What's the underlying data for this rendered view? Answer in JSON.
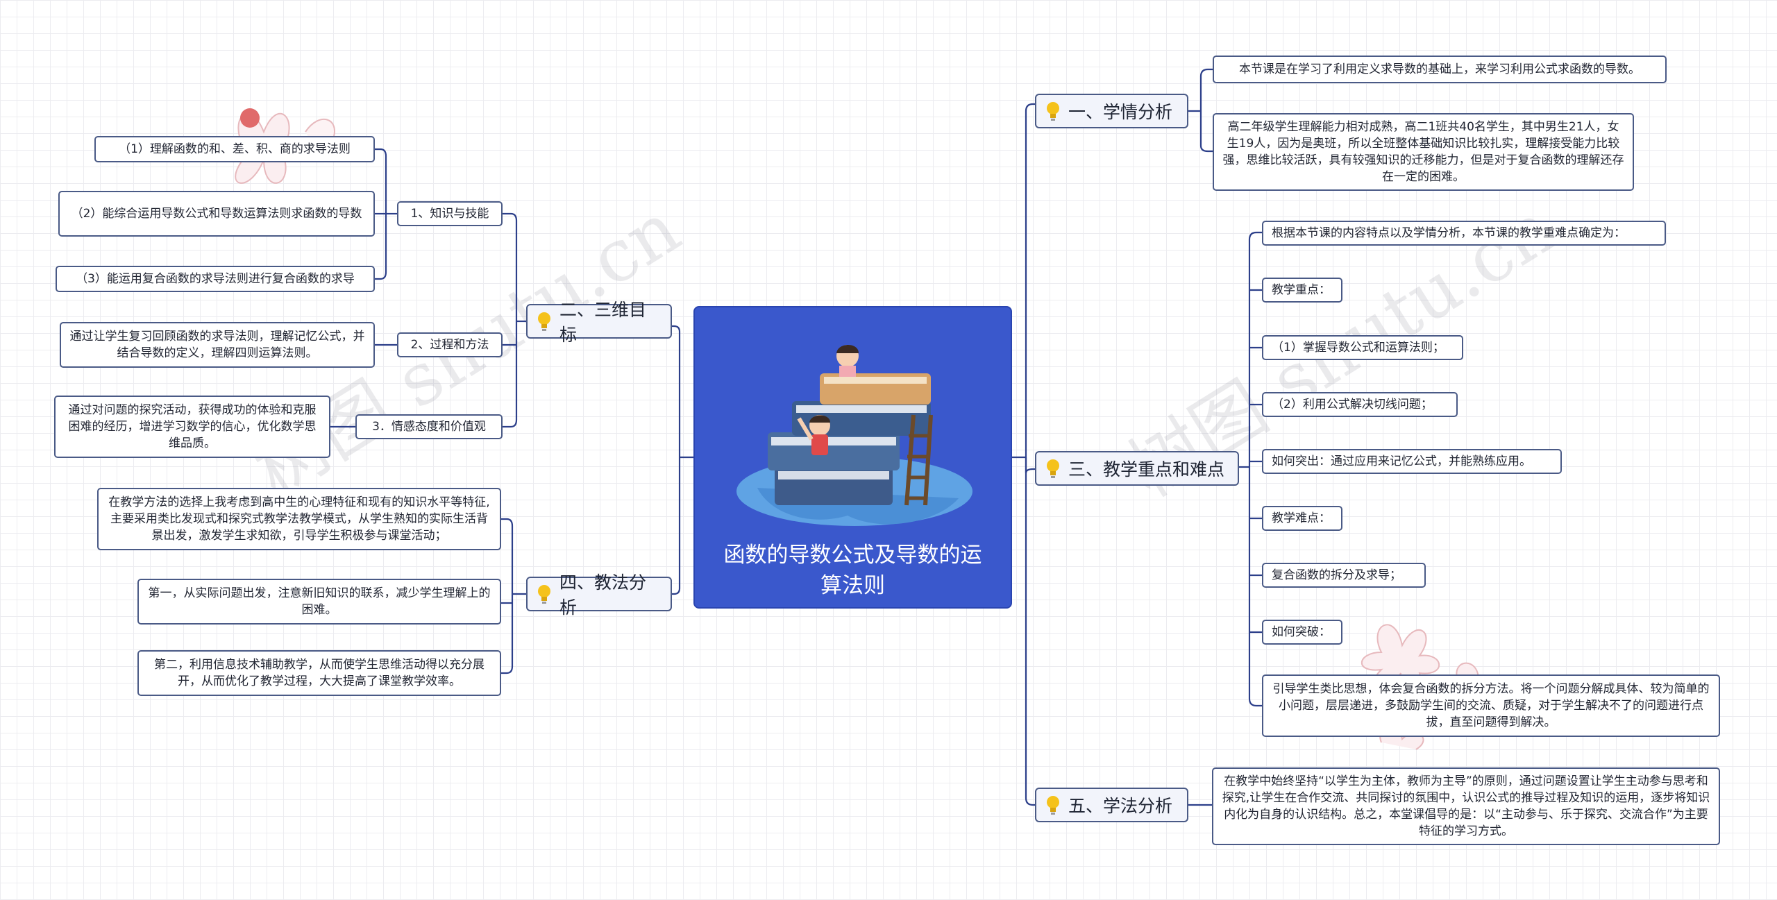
{
  "center": {
    "title": "函数的导数公式及导数的运算法则"
  },
  "watermark": {
    "text": "树图 shutu.cn"
  },
  "branches": {
    "b1": {
      "label": "一、学情分析"
    },
    "b2": {
      "label": "二、三维目标"
    },
    "b3": {
      "label": "三、教学重点和难点"
    },
    "b4": {
      "label": "四、教法分析"
    },
    "b5": {
      "label": "五、学法分析"
    }
  },
  "b1": {
    "items": [
      "本节课是在学习了利用定义求导数的基础上，来学习利用公式求函数的导数。",
      "高二年级学生理解能力相对成熟，高二1班共40名学生，其中男生21人，女生19人，因为是奥班，所以全班整体基础知识比较扎实，理解接受能力比较强，思维比较活跃，具有较强知识的迁移能力，但是对于复合函数的理解还存在一定的困难。"
    ]
  },
  "b2": {
    "subs": [
      "1、知识与技能",
      "2、过程和方法",
      "3．情感态度和价值观"
    ],
    "knowledge": [
      "（1）理解函数的和、差、积、商的求导法则",
      "（2）能综合运用导数公式和导数运算法则求函数的导数",
      "（3）能运用复合函数的求导法则进行复合函数的求导"
    ],
    "process": "通过让学生复习回顾函数的求导法则，理解记忆公式，并结合导数的定义，理解四则运算法则。",
    "attitude": "通过对问题的探究活动，获得成功的体验和克服困难的经历，增进学习数学的信心，优化数学思维品质。"
  },
  "b3": {
    "items": [
      "根据本节课的内容特点以及学情分析，本节课的教学重难点确定为：",
      "教学重点：",
      "（1）掌握导数公式和运算法则；",
      "（2）利用公式解决切线问题；",
      "如何突出：通过应用来记忆公式，并能熟练应用。",
      "教学难点：",
      "复合函数的拆分及求导；",
      "如何突破：",
      "引导学生类比思想，体会复合函数的拆分方法。将一个问题分解成具体、较为简单的小问题，层层递进，多鼓励学生间的交流、质疑，对于学生解决不了的问题进行点拔，直至问题得到解决。"
    ]
  },
  "b4": {
    "items": [
      "在教学方法的选择上我考虑到高中生的心理特征和现有的知识水平等特征,主要采用类比发现式和探究式教学法教学模式，从学生熟知的实际生活背景出发，激发学生求知欲，引导学生积极参与课堂活动；",
      "第一，从实际问题出发，注意新旧知识的联系，减少学生理解上的困难。",
      "第二，利用信息技术辅助教学，从而使学生思维活动得以充分展开，从而优化了教学过程，大大提高了课堂教学效率。"
    ]
  },
  "b5": {
    "items": [
      "在教学中始终坚持“以学生为主体，教师为主导”的原则，通过问题设置让学生主动参与思考和探究,让学生在合作交流、共同探讨的氛围中，认识公式的推导过程及知识的运用，逐步将知识内化为自身的认识结构。总之，本堂课倡导的是：以“主动参与、乐于探究、交流合作”为主要特征的学习方式。"
    ]
  },
  "colors": {
    "center_fill": "#3a58cc",
    "node_border": "#4a5a86",
    "branch_fill": "#f2f4fb",
    "connector": "#2c3f8a",
    "bulb": "#f5c21b"
  }
}
